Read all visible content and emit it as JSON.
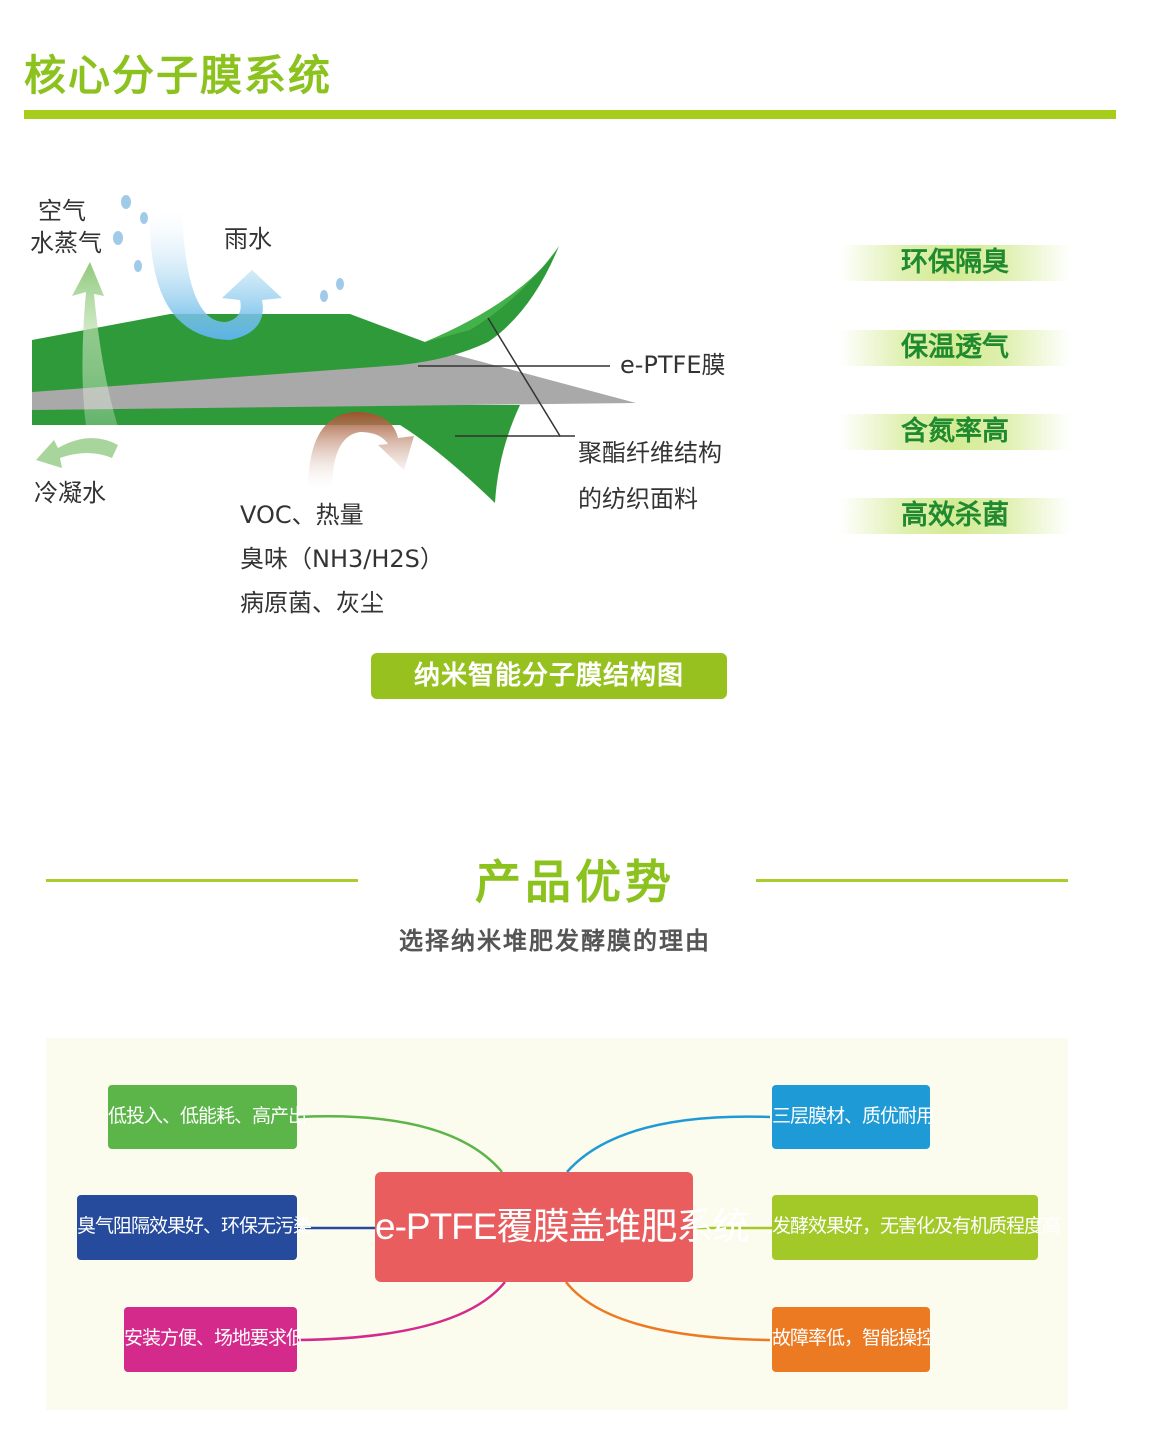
{
  "header": {
    "title": "核心分子膜系统"
  },
  "diagram": {
    "labels": {
      "air_line1": "空气",
      "air_line2": "水蒸气",
      "rain": "雨水",
      "membrane": "e-PTFE膜",
      "fabric_line1": "聚酯纤维结构",
      "fabric_line2": "的纺织面料",
      "condensate": "冷凝水",
      "pollutants_line1": "VOC、热量",
      "pollutants_line2": "臭味（NH3/H2S）",
      "pollutants_line3": "病原菌、灰尘"
    },
    "features": [
      "环保隔臭",
      "保温透气",
      "含氮率高",
      "高效杀菌"
    ],
    "caption": "纳米智能分子膜结构图",
    "colors": {
      "membrane_green": "#2f9a3a",
      "accent_green": "#96c11e",
      "membrane_grey": "#a9a9a9"
    }
  },
  "advantages": {
    "title": "产品优势",
    "subtitle": "选择纳米堆肥发酵膜的理由",
    "center": "e-PTFE覆膜盖堆肥系统",
    "left_nodes": [
      {
        "text": "低投入、低能耗、高产出",
        "color": "#5cb548"
      },
      {
        "text": "臭气阻隔效果好、环保无污染",
        "color": "#264b9c"
      },
      {
        "text": "安装方便、场地要求低",
        "color": "#d42a8c"
      }
    ],
    "right_nodes": [
      {
        "text": "三层膜材、质优耐用",
        "color": "#1e9ad6"
      },
      {
        "text": "发酵效果好，无害化及有机质程度高",
        "color": "#a3c928"
      },
      {
        "text": "故障率低，智能操控",
        "color": "#ec7a22"
      }
    ]
  }
}
